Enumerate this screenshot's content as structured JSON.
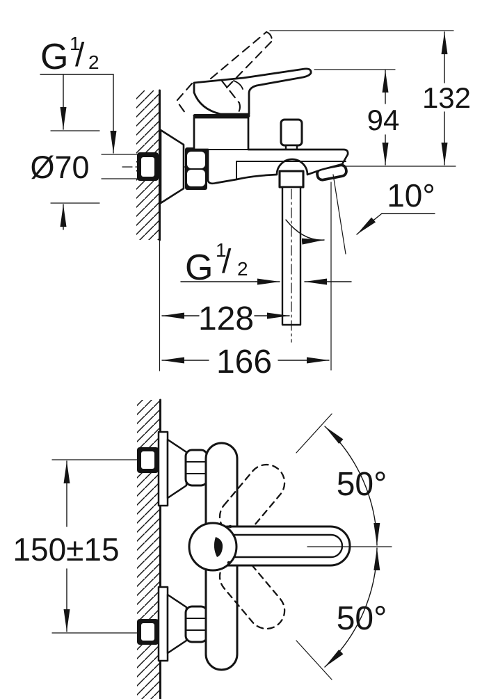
{
  "document": {
    "type": "technical dimension drawing",
    "subject": "wall-mounted bath/shower mixer tap, side view and front view with installation dimensions",
    "ink_color": "#141414",
    "paper_color": "#ffffff"
  },
  "side_view": {
    "wall_thread_label": {
      "base": "G",
      "numerator": "1",
      "divider": "/",
      "denominator": "2"
    },
    "escutcheon_diameter": "Ø70",
    "lever_height": "94",
    "lever_raised_height": "132",
    "spout_outlet_angle": "10°",
    "outlet_thread_label": {
      "base": "G",
      "numerator": "1",
      "divider": "/",
      "denominator": "2"
    },
    "wall_to_outlet_center": "128",
    "wall_to_spout_end": "166"
  },
  "front_view": {
    "connection_spacing": "150±15",
    "lever_swing_upper": "50°",
    "lever_swing_lower": "50°"
  }
}
